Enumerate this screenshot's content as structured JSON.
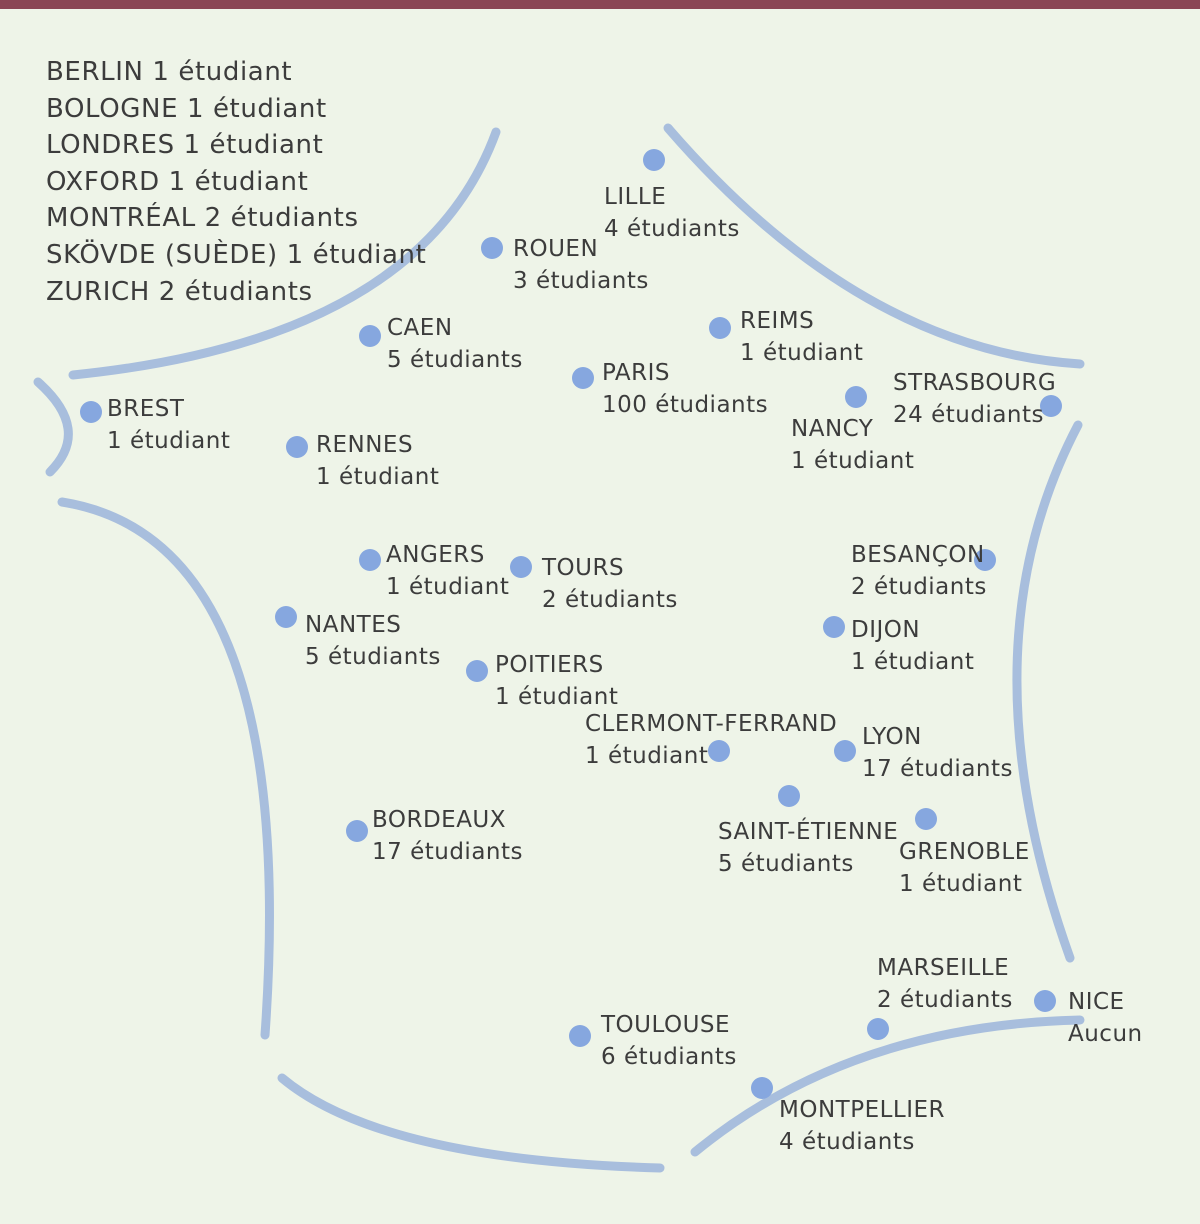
{
  "colors": {
    "background": "#eef4e8",
    "top_bar": "#8a4654",
    "outline": "#a8bedd",
    "dot": "#86a7df",
    "text": "#3c3c3c"
  },
  "foreign": [
    "BERLIN 1 étudiant",
    "BOLOGNE 1 étudiant",
    "LONDRES 1 étudiant",
    "OXFORD 1 étudiant",
    "MONTRÉAL 2 étudiants",
    "SKÖVDE (SUÈDE) 1 étudiant",
    "ZURICH 2 étudiants"
  ],
  "cities": {
    "lille": {
      "name": "LILLE",
      "count": "4 étudiants"
    },
    "rouen": {
      "name": "ROUEN",
      "count": "3 étudiants"
    },
    "caen": {
      "name": "CAEN",
      "count": "5 étudiants"
    },
    "reims": {
      "name": "REIMS",
      "count": "1 étudiant"
    },
    "paris": {
      "name": "PARIS",
      "count": "100 étudiants"
    },
    "strasbourg": {
      "name": "STRASBOURG",
      "count": "24 étudiants"
    },
    "nancy": {
      "name": "NANCY",
      "count": "1 étudiant"
    },
    "brest": {
      "name": "BREST",
      "count": "1 étudiant"
    },
    "rennes": {
      "name": "RENNES",
      "count": "1 étudiant"
    },
    "angers": {
      "name": "ANGERS",
      "count": "1 étudiant"
    },
    "tours": {
      "name": "TOURS",
      "count": "2 étudiants"
    },
    "besancon": {
      "name": "BESANÇON",
      "count": "2 étudiants"
    },
    "nantes": {
      "name": "NANTES",
      "count": "5 étudiants"
    },
    "dijon": {
      "name": "DIJON",
      "count": "1 étudiant"
    },
    "poitiers": {
      "name": "POITIERS",
      "count": "1 étudiant"
    },
    "clermont": {
      "name": "CLERMONT-FERRAND",
      "count": "1 étudiant"
    },
    "lyon": {
      "name": "LYON",
      "count": "17 étudiants"
    },
    "bordeaux": {
      "name": "BORDEAUX",
      "count": "17 étudiants"
    },
    "saint_etienne": {
      "name": "SAINT-ÉTIENNE",
      "count": "5 étudiants"
    },
    "grenoble": {
      "name": "GRENOBLE",
      "count": "1 étudiant"
    },
    "marseille": {
      "name": "MARSEILLE",
      "count": "2 étudiants"
    },
    "nice": {
      "name": "NICE",
      "count": "Aucun"
    },
    "toulouse": {
      "name": "TOULOUSE",
      "count": "6 étudiants"
    },
    "montpellier": {
      "name": "MONTPELLIER",
      "count": "4 étudiants"
    }
  }
}
